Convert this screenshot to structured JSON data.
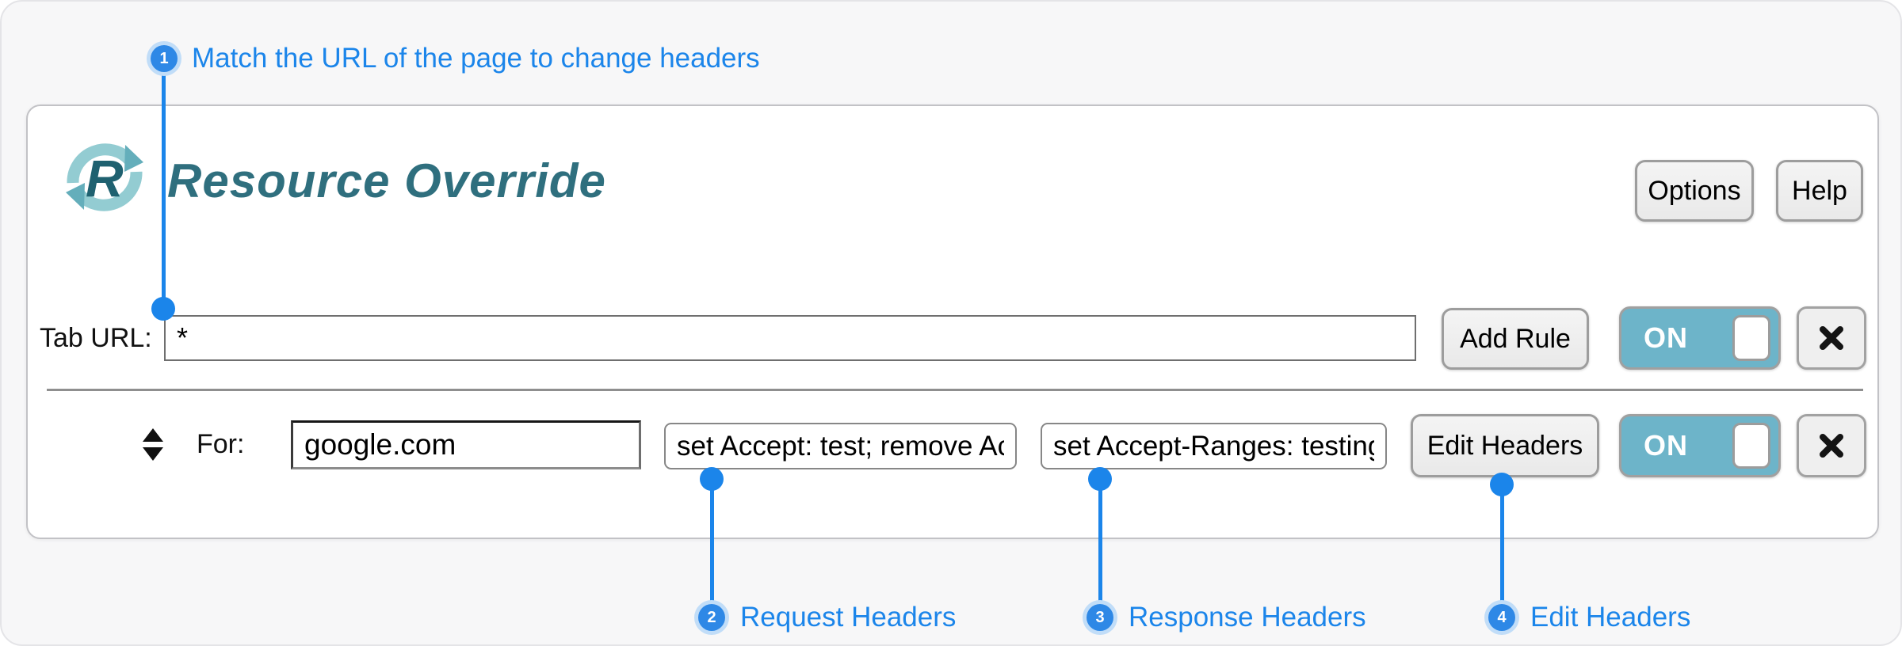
{
  "colors": {
    "accent_blue": "#1b85ea",
    "brand_teal": "#2f6f7e",
    "toggle_teal": "#6db4c9",
    "page_bg": "#f7f7f8"
  },
  "annotations": {
    "callout1": {
      "number": "1",
      "label": "Match the URL of the page to change headers"
    },
    "callout2": {
      "number": "2",
      "label": "Request Headers"
    },
    "callout3": {
      "number": "3",
      "label": "Response Headers"
    },
    "callout4": {
      "number": "4",
      "label": "Edit Headers"
    }
  },
  "header": {
    "title": "Resource Override",
    "logo_letter": "R",
    "options_label": "Options",
    "help_label": "Help"
  },
  "tab_url_row": {
    "label": "Tab URL:",
    "url_value": "*",
    "add_rule_label": "Add Rule",
    "toggle_label": "ON",
    "toggle_state": "on"
  },
  "rule_row": {
    "label": "For:",
    "match_url_value": "google.com",
    "request_headers_value": "set Accept: test; remove Acc",
    "response_headers_value": "set Accept-Ranges: testing",
    "edit_headers_label": "Edit Headers",
    "toggle_label": "ON",
    "toggle_state": "on"
  }
}
